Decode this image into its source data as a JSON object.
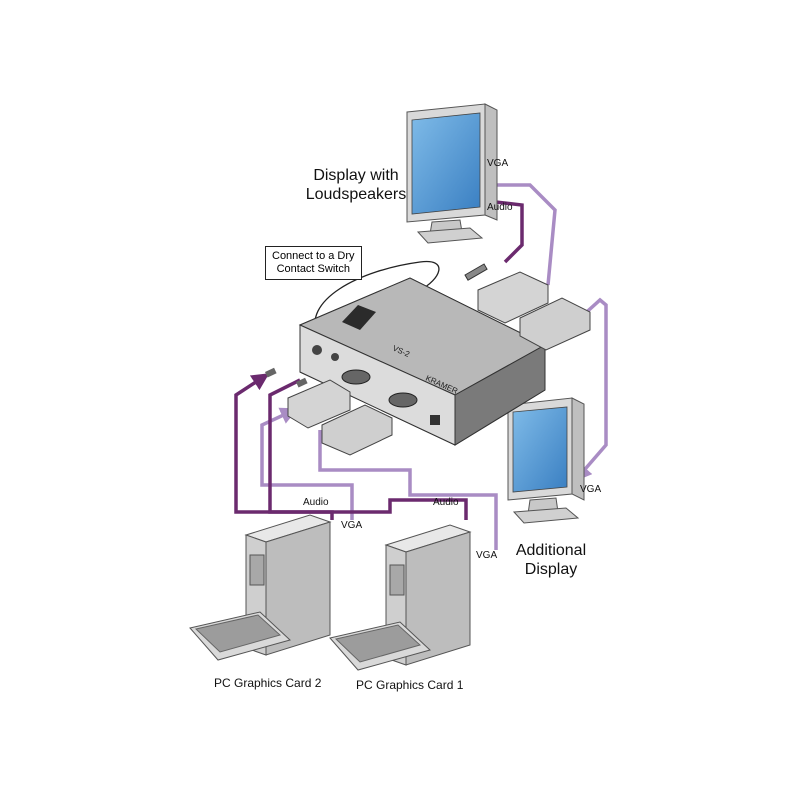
{
  "callout": {
    "line1": "Connect to a Dry",
    "line2": "Contact Switch"
  },
  "display_top": {
    "line1": "Display with",
    "line2": "Loudspeakers",
    "vga": "VGA",
    "audio": "Audio"
  },
  "display_right": {
    "line1": "Additional",
    "line2": "Display",
    "vga": "VGA"
  },
  "pc2": {
    "caption": "PC Graphics Card 2",
    "audio": "Audio",
    "vga": "VGA"
  },
  "pc1": {
    "caption": "PC Graphics Card 1",
    "audio": "Audio",
    "vga": "VGA"
  },
  "device": {
    "brand": "KRAMER",
    "model": "VS-2"
  },
  "colors": {
    "cable_vga": "#a98cc4",
    "cable_audio": "#6b2a6e",
    "screen": "#5aa0dc",
    "device_body": "#9a9a9a"
  }
}
